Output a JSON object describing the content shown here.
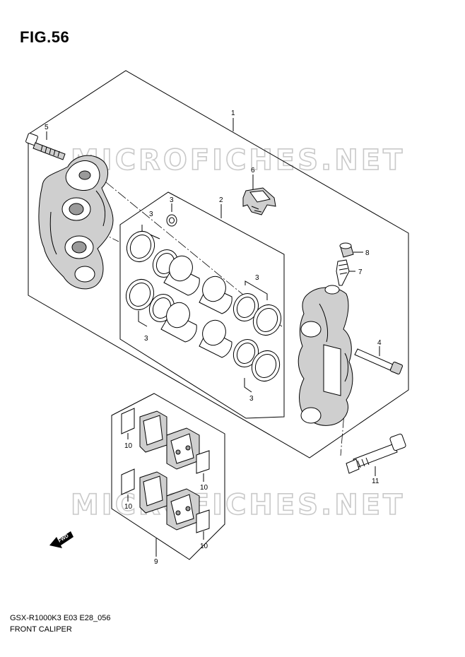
{
  "figure": {
    "title": "FIG.56",
    "model_code": "GSX-R1000K3 E03 E28_056",
    "name": "FRONT CALIPER"
  },
  "watermark": {
    "text": "MICROFICHES.NET"
  },
  "callouts": {
    "c1": "1",
    "c2": "2",
    "c3a": "3",
    "c3b": "3",
    "c3c": "3",
    "c3d": "3",
    "c3e": "3",
    "c4": "4",
    "c5": "5",
    "c6": "6",
    "c7": "7",
    "c8": "8",
    "c9": "9",
    "c10a": "10",
    "c10b": "10",
    "c10c": "10",
    "c10d": "10",
    "c11": "11"
  },
  "direction_arrow": {
    "label": "FWD"
  },
  "colors": {
    "line": "#000000",
    "shade": "#cfcfcf",
    "watermark": "#c9c9c9"
  }
}
